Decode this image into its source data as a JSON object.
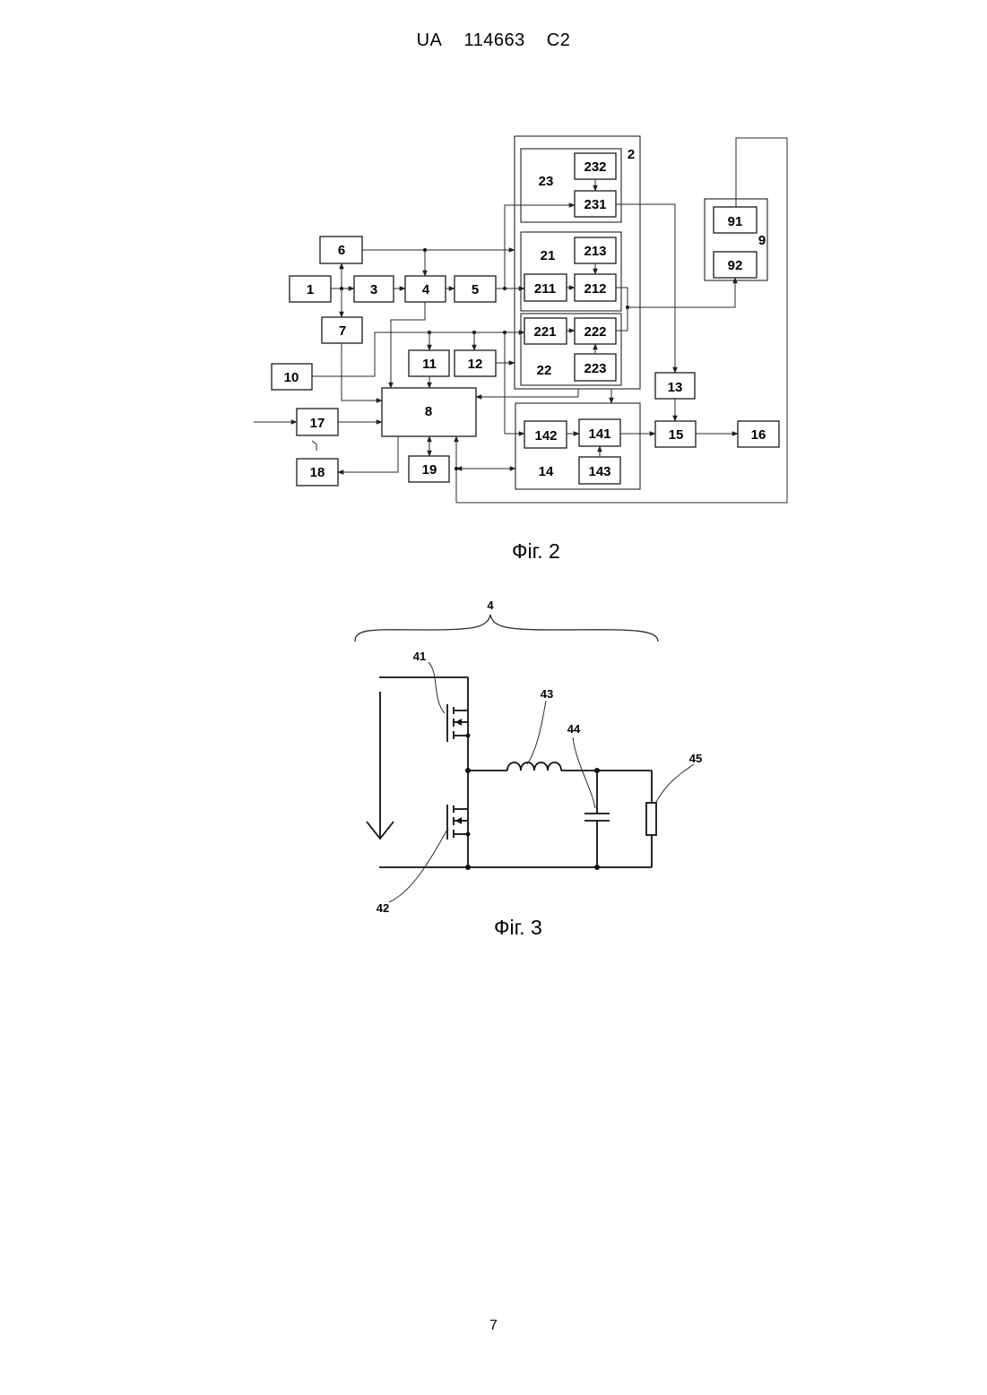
{
  "header": {
    "country": "UA",
    "number": "114663",
    "kind": "C2"
  },
  "figures": [
    {
      "caption": "Фіг. 2",
      "blocks": {
        "b1": "1",
        "b2": "2",
        "b3": "3",
        "b4": "4",
        "b5": "5",
        "b6": "6",
        "b7": "7",
        "b8": "8",
        "b9": "9",
        "b10": "10",
        "b11": "11",
        "b12": "12",
        "b13": "13",
        "b14": "14",
        "b15": "15",
        "b16": "16",
        "b17": "17",
        "b18": "18",
        "b19": "19",
        "b21": "21",
        "b22": "22",
        "b23": "23",
        "b91": "91",
        "b92": "92",
        "b141": "141",
        "b142": "142",
        "b143": "143",
        "b211": "211",
        "b212": "212",
        "b213": "213",
        "b221": "221",
        "b222": "222",
        "b223": "223",
        "b231": "231",
        "b232": "232"
      }
    },
    {
      "caption": "Фіг. 3",
      "labels": {
        "l4": "4",
        "l41": "41",
        "l42": "42",
        "l43": "43",
        "l44": "44",
        "l45": "45"
      }
    }
  ],
  "page_number": "7"
}
